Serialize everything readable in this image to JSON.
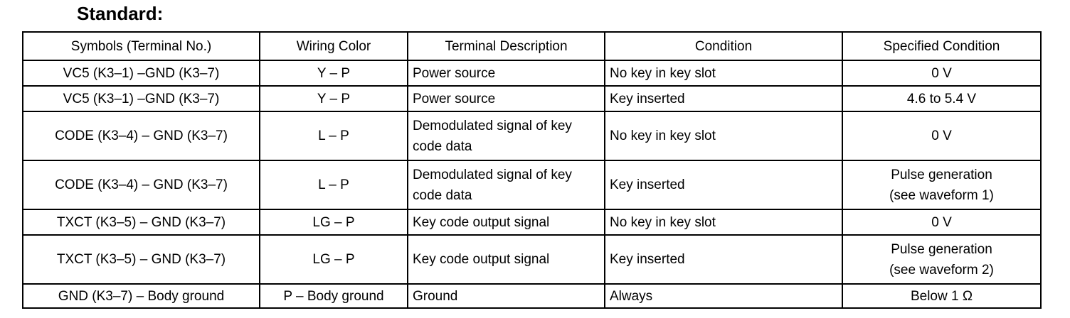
{
  "title": "Standard:",
  "columns": [
    "Symbols (Terminal No.)",
    "Wiring Color",
    "Terminal Description",
    "Condition",
    "Specified Condition"
  ],
  "rows": [
    {
      "symbol": "VC5 (K3–1) –GND (K3–7)",
      "wiring": "Y – P",
      "description": [
        "Power source"
      ],
      "condition": "No key in key slot",
      "specified": [
        "0 V"
      ]
    },
    {
      "symbol": "VC5 (K3–1) –GND (K3–7)",
      "wiring": "Y – P",
      "description": [
        "Power source"
      ],
      "condition": "Key inserted",
      "specified": [
        "4.6 to 5.4 V"
      ]
    },
    {
      "symbol": "CODE (K3–4) – GND (K3–7)",
      "wiring": "L – P",
      "description": [
        "Demodulated signal of key",
        "code data"
      ],
      "condition": "No key in key slot",
      "specified": [
        "0 V"
      ]
    },
    {
      "symbol": "CODE (K3–4) – GND (K3–7)",
      "wiring": "L – P",
      "description": [
        "Demodulated signal of key",
        "code data"
      ],
      "condition": "Key inserted",
      "specified": [
        "Pulse generation",
        "(see waveform 1)"
      ]
    },
    {
      "symbol": "TXCT (K3–5) – GND (K3–7)",
      "wiring": "LG – P",
      "description": [
        "Key code output signal"
      ],
      "condition": "No key in key slot",
      "specified": [
        "0 V"
      ]
    },
    {
      "symbol": "TXCT (K3–5) – GND (K3–7)",
      "wiring": "LG – P",
      "description": [
        "Key code output signal"
      ],
      "condition": "Key inserted",
      "specified": [
        "Pulse generation",
        "(see waveform 2)"
      ]
    },
    {
      "symbol": "GND (K3–7) – Body ground",
      "wiring": "P – Body ground",
      "description": [
        "Ground"
      ],
      "condition": "Always",
      "specified": [
        "Below 1 Ω"
      ]
    }
  ]
}
